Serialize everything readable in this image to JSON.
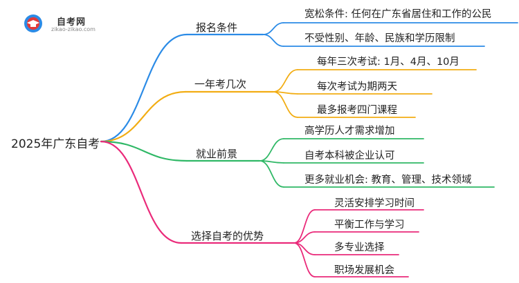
{
  "logo": {
    "name": "自考网",
    "url": "zikao-zikao.com"
  },
  "colors": {
    "blue": "#2b8be6",
    "orange": "#f2ad13",
    "green": "#2fb866",
    "pink": "#ea2a7a"
  },
  "root": "2025年广东自考",
  "branches": [
    {
      "label": "报名条件",
      "leaves": [
        "宽松条件: 任何在广东省居住和工作的公民",
        "不受性别、年龄、民族和学历限制"
      ]
    },
    {
      "label": "一年考几次",
      "leaves": [
        "每年三次考试: 1月、4月、10月",
        "每次考试为期两天",
        "最多报考四门课程"
      ]
    },
    {
      "label": "就业前景",
      "leaves": [
        "高学历人才需求增加",
        "自考本科被企业认可",
        "更多就业机会: 教育、管理、技术领域"
      ]
    },
    {
      "label": "选择自考的优势",
      "leaves": [
        "灵活安排学习时间",
        "平衡工作与学习",
        "多专业选择",
        "职场发展机会"
      ]
    }
  ]
}
